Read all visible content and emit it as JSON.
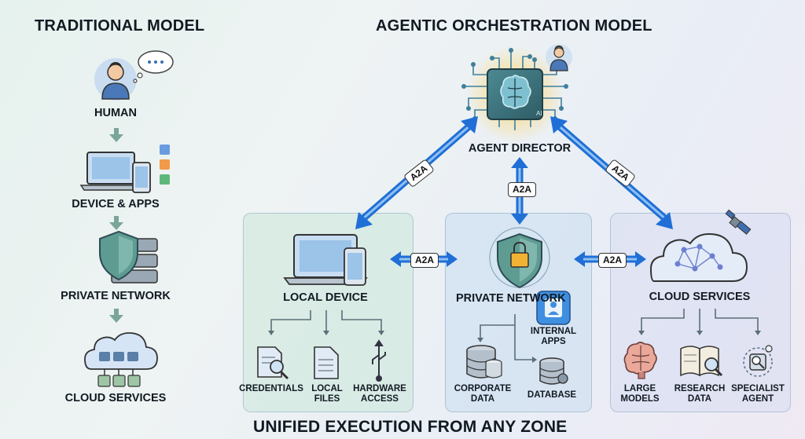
{
  "traditional": {
    "title": "TRADITIONAL MODEL",
    "human": "HUMAN",
    "device_apps": "DEVICE & APPS",
    "private_network": "PRIVATE NETWORK",
    "cloud_services": "CLOUD SERVICES"
  },
  "agentic": {
    "title": "AGENTIC ORCHESTRATION MODEL",
    "director": "AGENT DIRECTOR",
    "connector_label": "A2A",
    "local": {
      "title": "LOCAL DEVICE",
      "items": [
        "CREDENTIALS",
        "LOCAL FILES",
        "HARDWARE ACCESS"
      ]
    },
    "private": {
      "title": "PRIVATE NETWORK",
      "internal_apps": "INTERNAL APPS",
      "corporate_data": "CORPORATE DATA",
      "database": "DATABASE"
    },
    "cloud": {
      "title": "CLOUD SERVICES",
      "items": [
        "LARGE MODELS",
        "RESEARCH DATA",
        "SPECIALIST AGENT"
      ]
    },
    "footer": "UNIFIED EXECUTION FROM ANY ZONE"
  },
  "colors": {
    "arrow_blue": "#1f6fd6",
    "arrow_gray": "#6b8a86",
    "shield_green": "#5e9c92"
  }
}
